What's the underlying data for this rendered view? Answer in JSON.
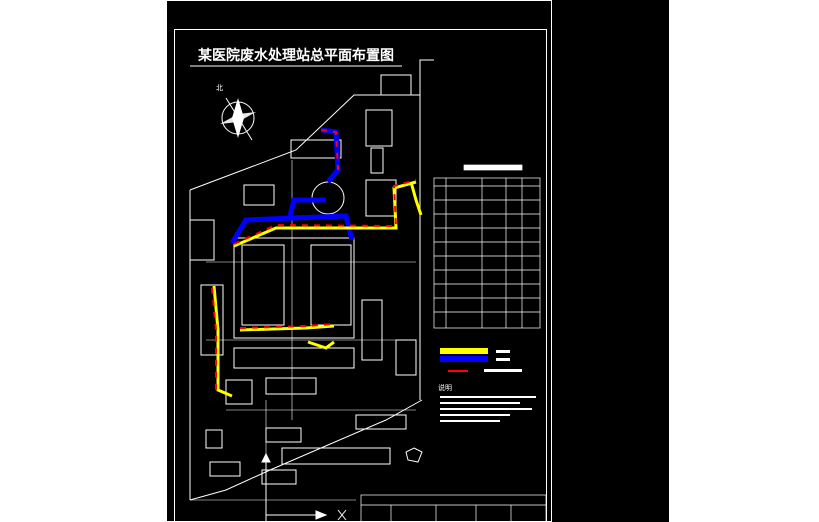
{
  "drawing": {
    "title": "某医院废水处理站总平面布置图",
    "north_label": "北",
    "legend_label": "说明"
  },
  "colors": {
    "background": "#000000",
    "linework": "#ffffff",
    "pipe_blue": "#0000ff",
    "pipe_yellow": "#ffff00",
    "pipe_red": "#ff0000"
  },
  "icons": [
    "north-arrow-icon",
    "compass-rose-icon"
  ]
}
